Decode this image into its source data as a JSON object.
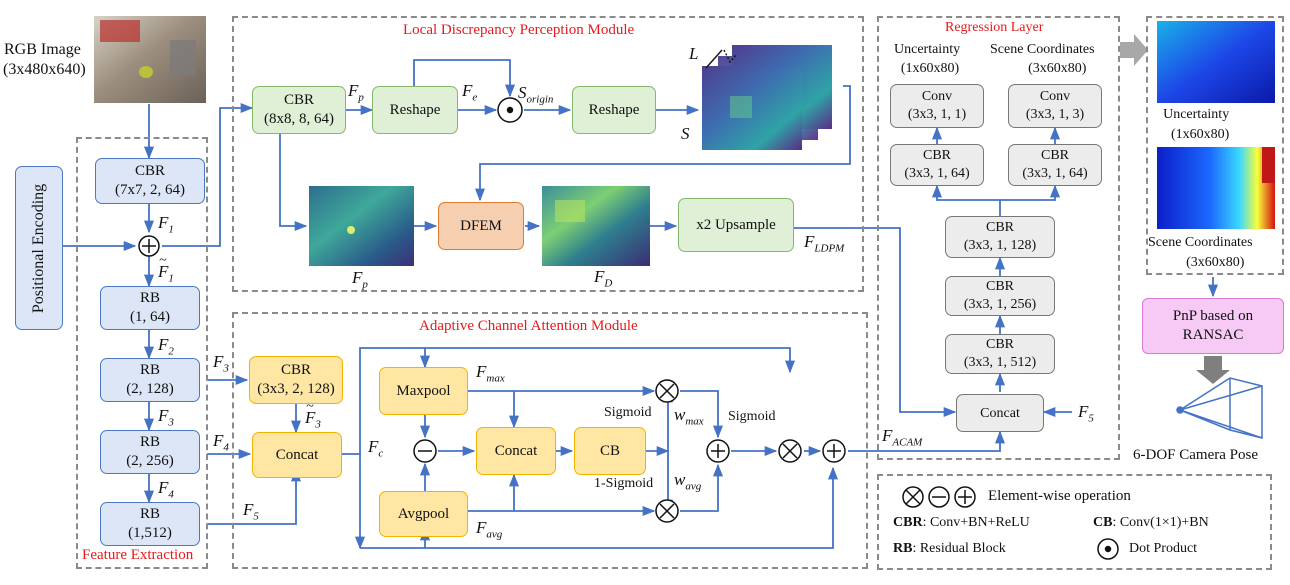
{
  "input": {
    "title": "RGB Image",
    "dims": "(3x480x640)"
  },
  "positional_encoding": "Positional Encoding",
  "feature_extraction": {
    "title": "Feature Extraction",
    "cbr": {
      "l1": "CBR",
      "l2": "(7x7, 2, 64)"
    },
    "rb1": {
      "l1": "RB",
      "l2": "(1, 64)"
    },
    "rb2": {
      "l1": "RB",
      "l2": "(2, 128)"
    },
    "rb3": {
      "l1": "RB",
      "l2": "(2, 256)"
    },
    "rb4": {
      "l1": "RB",
      "l2": "(1,512)"
    }
  },
  "ldpm": {
    "title": "Local Discrepancy Perception Module",
    "cbr": {
      "l1": "CBR",
      "l2": "(8x8, 8, 64)"
    },
    "reshape": "Reshape",
    "dfem": "DFEM",
    "upsample": "x2 Upsample"
  },
  "acam": {
    "title": "Adaptive Channel Attention Module",
    "cbr": {
      "l1": "CBR",
      "l2": "(3x3, 2, 128)"
    },
    "concat": "Concat",
    "maxpool": "Maxpool",
    "avgpool": "Avgpool",
    "cb": "CB",
    "sigmoid": "Sigmoid",
    "one_minus_sigmoid": "1-Sigmoid"
  },
  "regression": {
    "title": "Regression Layer",
    "uncertainty_head": {
      "l1": "Uncertainty",
      "l2": "(1x60x80)"
    },
    "scene_head": {
      "l1": "Scene Coordinates",
      "l2": "(3x60x80)"
    },
    "conv_u": {
      "l1": "Conv",
      "l2": "(3x3, 1, 1)"
    },
    "conv_s": {
      "l1": "Conv",
      "l2": "(3x3, 1, 3)"
    },
    "cbr_u": {
      "l1": "CBR",
      "l2": "(3x3, 1, 64)"
    },
    "cbr_s": {
      "l1": "CBR",
      "l2": "(3x3, 1, 64)"
    },
    "cbr128": {
      "l1": "CBR",
      "l2": "(3x3, 1, 128)"
    },
    "cbr256": {
      "l1": "CBR",
      "l2": "(3x3, 1, 256)"
    },
    "cbr512": {
      "l1": "CBR",
      "l2": "(3x3, 1, 512)"
    },
    "concat": "Concat"
  },
  "outputs": {
    "uncertainty": {
      "l1": "Uncertainty",
      "l2": "(1x60x80)"
    },
    "scene": {
      "l1": "Scene Coordinates",
      "l2": "(3x60x80)"
    },
    "pnp": {
      "l1": "PnP based on",
      "l2": "RANSAC"
    },
    "pose": "6-DOF Camera Pose"
  },
  "legend": {
    "elementwise": "Element-wise operation",
    "cbr_key": "CBR",
    "cbr_desc": ": Conv+BN+ReLU",
    "cb_key": "CB",
    "cb_desc": ": Conv(1×1)+BN",
    "rb_key": "RB",
    "rb_desc": ": Residual Block",
    "dot": "Dot Product"
  },
  "symbols": {
    "F1": "F",
    "F1_sub": "1",
    "F2_sub": "2",
    "F3_sub": "3",
    "F4_sub": "4",
    "F5_sub": "5",
    "Fp_sub": "p",
    "Fe_sub": "e",
    "FD_sub": "D",
    "FLDPM_sub": "LDPM",
    "FACAM_sub": "ACAM",
    "Fmax_sub": "max",
    "Favg_sub": "avg",
    "Fc_sub": "c",
    "S": "S",
    "Sorigin_sub": "origin",
    "L": "L",
    "wmax": "w",
    "wmax_sub": "max",
    "wavg_sub": "avg"
  },
  "colors": {
    "arrow": "#4472c4",
    "title_red": "#e41a1c"
  }
}
